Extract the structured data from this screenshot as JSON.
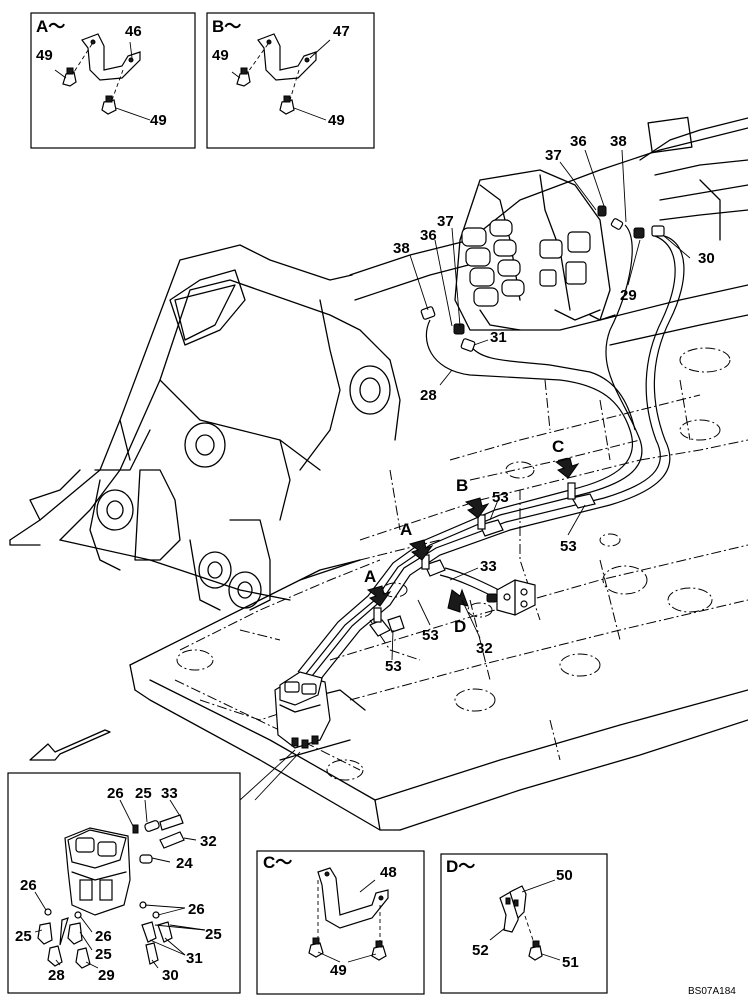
{
  "detail_headers": {
    "A": "A～",
    "B": "B～",
    "C": "C～",
    "D": "D～"
  },
  "view_markers": {
    "c_top": "C",
    "b": "B",
    "a_mid": "A",
    "a_low": "A",
    "d": "D"
  },
  "labels": {
    "a_46": "46",
    "a_49_top": "49",
    "a_49_bot": "49",
    "b_47": "47",
    "b_49_top": "49",
    "b_49_bot": "49",
    "m_36_right": "36",
    "m_38_right": "38",
    "m_37_right": "37",
    "m_30": "30",
    "m_29": "29",
    "m_37_left": "37",
    "m_36_left": "36",
    "m_38_left": "38",
    "m_31": "31",
    "m_28": "28",
    "m_53_b": "53",
    "m_53_c": "53",
    "m_33": "33",
    "m_53_amid": "53",
    "m_53_alow": "53",
    "m_32": "32",
    "i_26_top": "26",
    "i_25_top": "25",
    "i_33": "33",
    "i_32": "32",
    "i_24": "24",
    "i_26_left": "26",
    "i_26_right": "26",
    "i_25_left": "25",
    "i_26_mid": "26",
    "i_25_right": "25",
    "i_25_mid": "25",
    "i_28": "28",
    "i_29": "29",
    "i_30": "30",
    "i_31": "31",
    "c_48": "48",
    "c_49": "49",
    "d_50": "50",
    "d_52": "52",
    "d_51": "51"
  },
  "drawing_ref": "BS07A184"
}
